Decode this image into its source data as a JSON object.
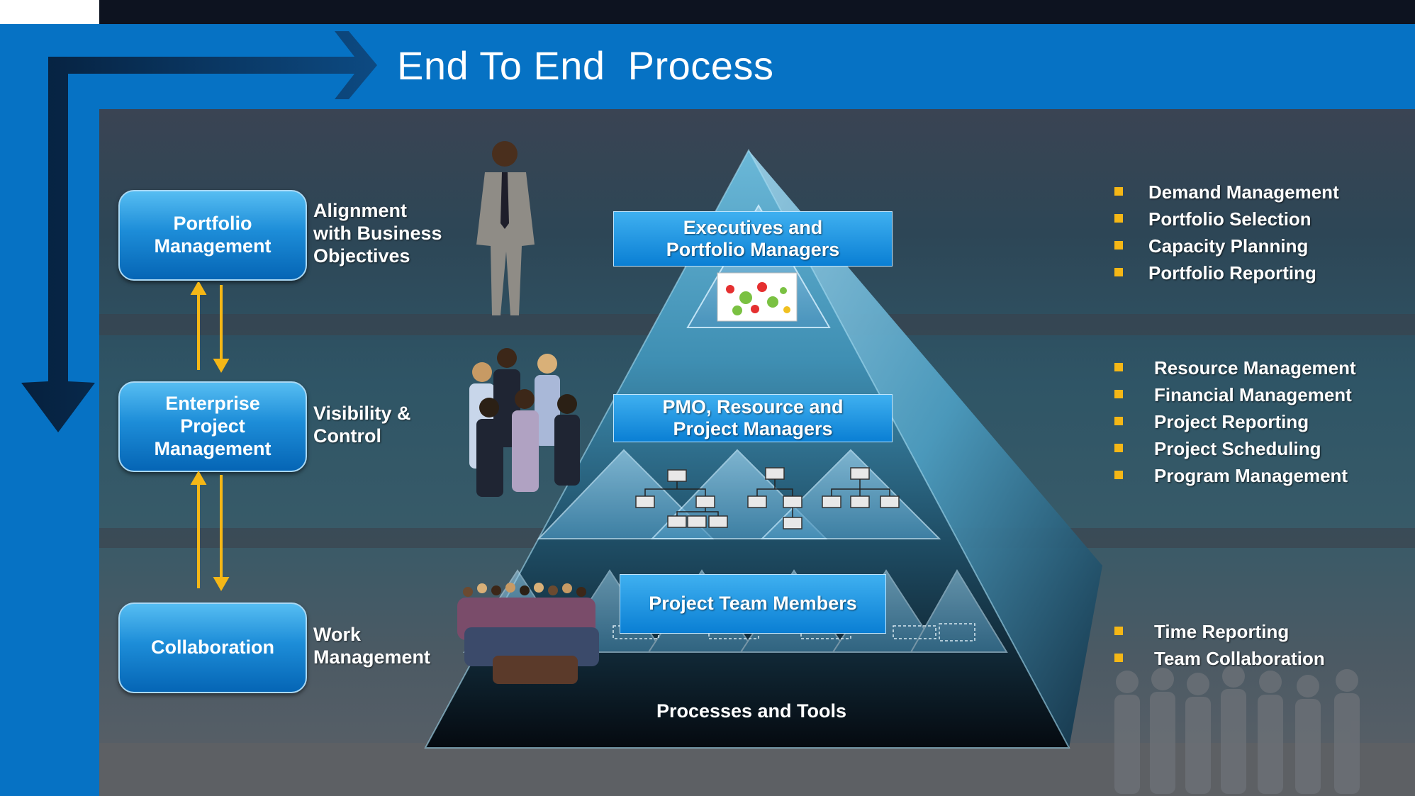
{
  "title": "End To End  Process",
  "left_boxes": [
    {
      "label": "Portfolio\nManagement",
      "description": "Alignment\nwith Business\nObjectives"
    },
    {
      "label": "Enterprise\nProject\nManagement",
      "description": "Visibility &\nControl"
    },
    {
      "label": "Collaboration",
      "description": "Work\nManagement"
    }
  ],
  "pyramid": {
    "tiers": [
      {
        "label": "Executives and\nPortfolio Managers"
      },
      {
        "label": "PMO, Resource and\nProject Managers"
      },
      {
        "label": "Project Team Members"
      }
    ],
    "base_label": "Processes and Tools"
  },
  "right_lists": [
    [
      "Demand Management",
      "Portfolio Selection",
      "Capacity Planning",
      "Portfolio Reporting"
    ],
    [
      "Resource Management",
      "Financial Management",
      "Project Reporting",
      "Project Scheduling",
      "Program Management"
    ],
    [
      "Time Reporting",
      "Team Collaboration"
    ]
  ],
  "colors": {
    "header_blue": "#0672c4",
    "box_blue": "#1d8dd8",
    "arrow_yellow": "#f5b716",
    "dark_arrow": "#0b2a4a"
  }
}
